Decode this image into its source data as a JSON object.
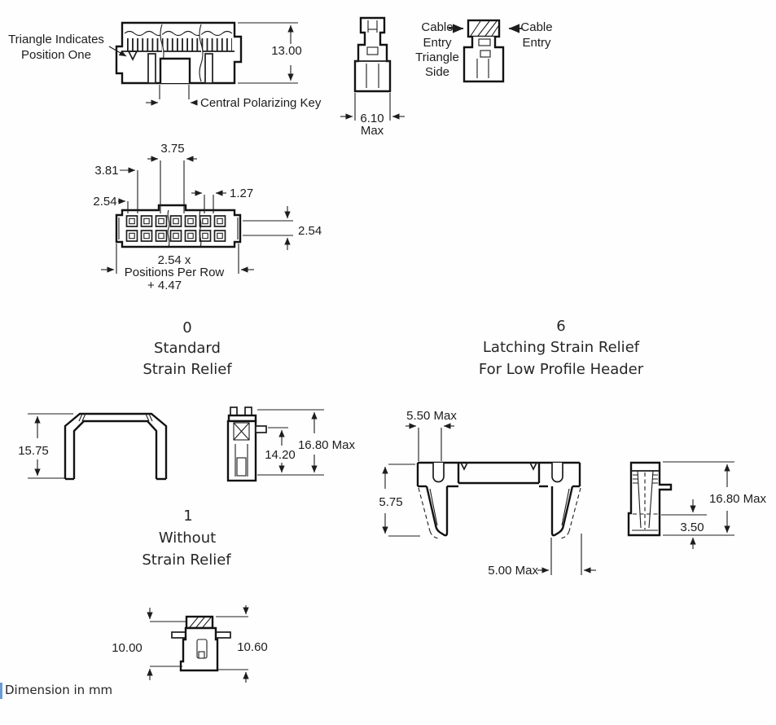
{
  "colors": {
    "ink": "#1d1d1d",
    "accent_blue": "#6b9bd2"
  },
  "front_view": {
    "position_one_label": [
      "Triangle Indicates",
      "Position One"
    ],
    "height_dim": "13.00",
    "polarizing_key_label": "Central Polarizing Key"
  },
  "side_view": {
    "width_dim": "6.10",
    "width_qualifier": "Max"
  },
  "cable_entry": {
    "triangle_side_label": [
      "Cable",
      "Entry",
      "Triangle",
      "Side"
    ],
    "entry_label": [
      "Cable",
      "Entry"
    ]
  },
  "pitch_view": {
    "key_width_dim": "3.75",
    "offset_dim": "3.81",
    "pitch_dim": "2.54",
    "half_pitch_dim": "1.27",
    "row_pitch_dim": "2.54",
    "width_formula": [
      "2.54 x",
      "Positions Per Row",
      "+ 4.47"
    ]
  },
  "options": {
    "standard": {
      "code": "0",
      "title": [
        "Standard",
        "Strain Relief"
      ]
    },
    "latching": {
      "code": "6",
      "title": [
        "Latching Strain Relief",
        "For Low Profile Header"
      ]
    },
    "without": {
      "code": "1",
      "title": [
        "Without",
        "Strain Relief"
      ]
    }
  },
  "standard_option_dims": {
    "height": "15.75",
    "inner_height": "14.20",
    "max_height": "16.80 Max"
  },
  "without_option_dims": {
    "left_height": "10.00",
    "right_height": "10.60"
  },
  "latching_option_dims": {
    "top_width": "5.50 Max",
    "leg_height": "5.75",
    "foot_spread": "5.00 Max",
    "max_height": "16.80 Max",
    "latch_offset": "3.50"
  },
  "footer": {
    "note": "Dimension in mm"
  }
}
